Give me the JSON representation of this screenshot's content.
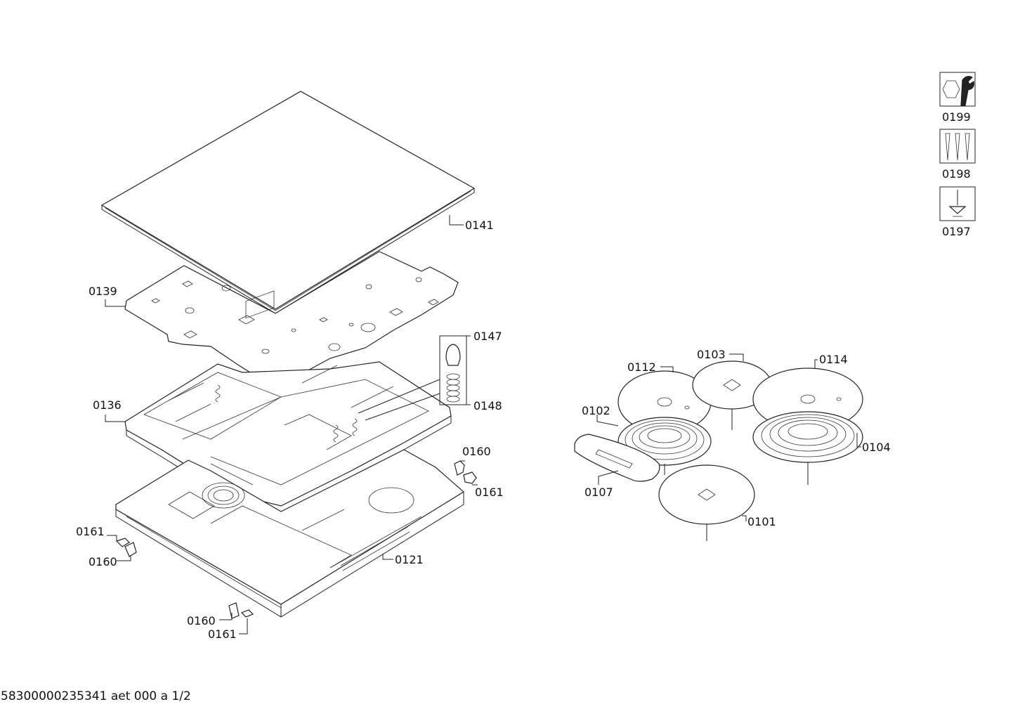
{
  "document_code": "58300000235341 aet 000 a 1/2",
  "labels": {
    "p0141": "0141",
    "p0139": "0139",
    "p0147": "0147",
    "p0148": "0148",
    "p0136": "0136",
    "p0160_r": "0160",
    "p0161_r": "0161",
    "p0161_l": "0161",
    "p0160_l": "0160",
    "p0121": "0121",
    "p0160_b": "0160",
    "p0161_b": "0161",
    "p0112": "0112",
    "p0103": "0103",
    "p0114": "0114",
    "p0102": "0102",
    "p0104": "0104",
    "p0107": "0107",
    "p0101": "0101",
    "p0199": "0199",
    "p0198": "0198",
    "p0197": "0197"
  },
  "icons": [
    "nut-wrench-icon",
    "screws-icon",
    "screwdriver-icon"
  ]
}
